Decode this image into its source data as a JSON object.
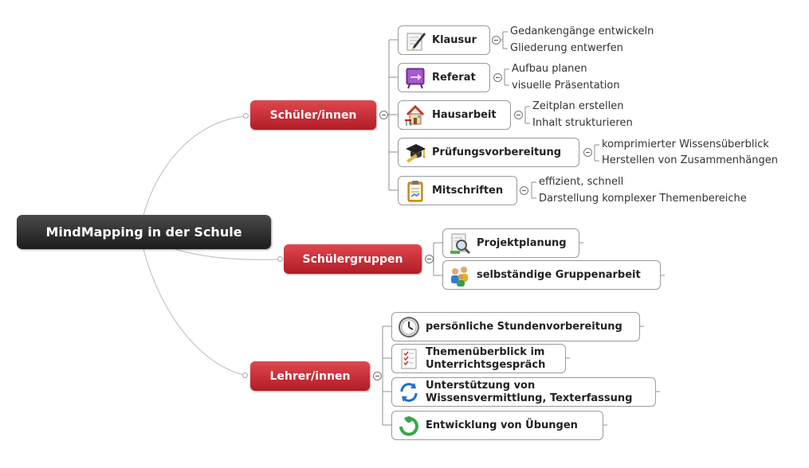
{
  "central": {
    "title": "MindMapping in der Schule"
  },
  "branches": {
    "schueler": {
      "label": "Schüler/innen",
      "topics": [
        {
          "label": "Klausur",
          "icon": "pencil-writing-icon",
          "leaves": [
            "Gedankengänge entwickeln",
            "Gliederung entwerfen"
          ]
        },
        {
          "label": "Referat",
          "icon": "presentation-board-icon",
          "leaves": [
            "Aufbau planen",
            "visuelle Präsentation"
          ]
        },
        {
          "label": "Hausarbeit",
          "icon": "house-icon",
          "leaves": [
            "Zeitplan erstellen",
            "Inhalt strukturieren"
          ]
        },
        {
          "label": "Prüfungsvorbereitung",
          "icon": "graduation-cap-icon",
          "leaves": [
            "komprimierter Wissensüberblick",
            "Herstellen von Zusammenhängen"
          ]
        },
        {
          "label": "Mitschriften",
          "icon": "clipboard-icon",
          "leaves": [
            "effizient, schnell",
            "Darstellung komplexer Themenbereiche"
          ]
        }
      ]
    },
    "gruppen": {
      "label": "Schülergruppen",
      "topics": [
        {
          "label": "Projektplanung",
          "icon": "magnifier-document-icon"
        },
        {
          "label": "selbständige Gruppenarbeit",
          "icon": "people-group-icon"
        }
      ]
    },
    "lehrer": {
      "label": "Lehrer/innen",
      "topics": [
        {
          "label": "persönliche Stundenvorbereitung",
          "icon": "clock-icon"
        },
        {
          "label_line1": "Themenüberblick im",
          "label_line2": "Unterrichtsgespräch",
          "icon": "checklist-icon"
        },
        {
          "label_line1": "Unterstützung von",
          "label_line2": "Wissensvermittlung, Texterfassung",
          "icon": "refresh-arrows-icon"
        },
        {
          "label": "Entwicklung von Übungen",
          "icon": "green-person-cycle-icon"
        }
      ]
    }
  },
  "colors": {
    "main_topic": "#c62b33",
    "central_topic": "#2e2e2e",
    "connector": "#bdbdbd"
  }
}
